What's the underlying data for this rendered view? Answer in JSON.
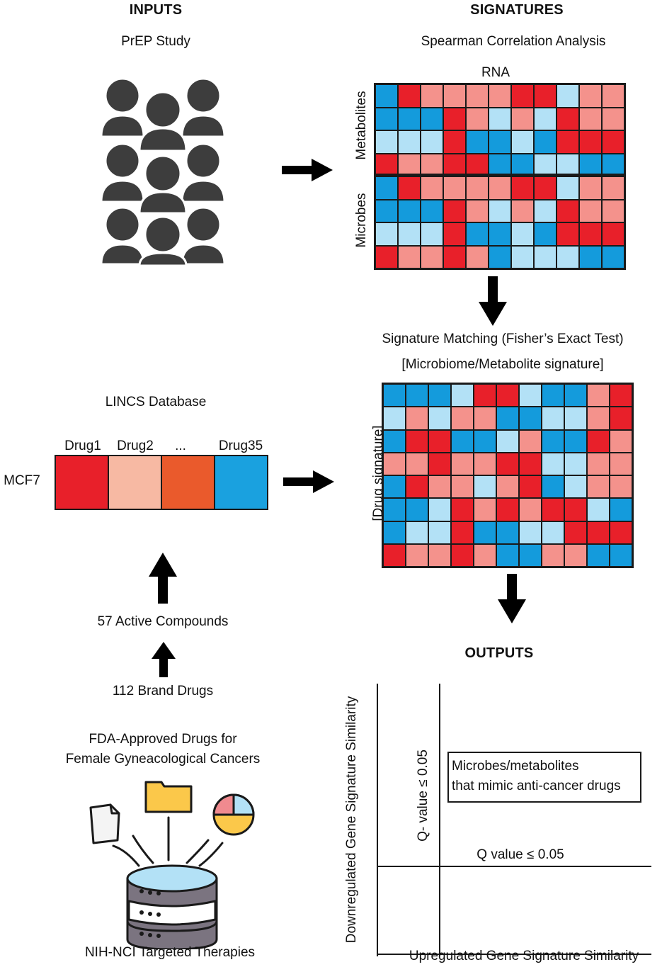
{
  "headers": {
    "inputs": "INPUTS",
    "signatures": "SIGNATURES",
    "outputs": "OUTPUTS"
  },
  "inputs": {
    "prep_study": "PrEP Study",
    "lincs_database": "LINCS Database",
    "cell_line": "MCF7",
    "drug_labels": [
      "Drug1",
      "Drug2",
      "...",
      "Drug35"
    ],
    "drug_colors": [
      "#e8202a",
      "#f7b9a3",
      "#ea5a2c",
      "#1aa1df"
    ],
    "active_compounds": "57 Active Compounds",
    "brand_drugs": "112 Brand Drugs",
    "fda_line1": "FDA-Approved Drugs for",
    "fda_line2": "Female Gyneacological Cancers",
    "nih": "NIH-NCI Targeted Therapies"
  },
  "signatures": {
    "spearman": "Spearman Correlation Analysis",
    "rna": "RNA",
    "metabolites": "Metabolites",
    "microbes": "Microbes",
    "matching": "Signature Matching (Fisher’s Exact Test)",
    "micro_sig": "[Microbiome/Metabolite signature]",
    "drug_sig": "[Drug signature]"
  },
  "outputs": {
    "y_axis": "Downregulated Gene Signature Similarity",
    "x_axis": "Upregulated Gene Signature Similarity",
    "q_vertical": "Q- value ≤ 0.05",
    "q_horizontal": "Q value ≤ 0.05",
    "box_line1": "Microbes/metabolites",
    "box_line2": "that mimic anti-cancer drugs"
  },
  "colors": {
    "red": "#e8202a",
    "pink": "#f4928c",
    "light_blue": "#b3e1f6",
    "blue": "#149bdc"
  },
  "heatmap1": [
    [
      "B",
      "R",
      "P",
      "P",
      "P",
      "P",
      "R",
      "R",
      "L",
      "P",
      "P"
    ],
    [
      "B",
      "B",
      "B",
      "R",
      "P",
      "L",
      "P",
      "L",
      "R",
      "P",
      "P"
    ],
    [
      "L",
      "L",
      "L",
      "R",
      "B",
      "B",
      "L",
      "B",
      "R",
      "R",
      "R"
    ],
    [
      "R",
      "P",
      "P",
      "R",
      "R",
      "B",
      "B",
      "L",
      "L",
      "B",
      "B"
    ],
    [
      "B",
      "R",
      "P",
      "P",
      "P",
      "P",
      "R",
      "R",
      "L",
      "P",
      "P"
    ],
    [
      "B",
      "B",
      "B",
      "R",
      "P",
      "L",
      "P",
      "L",
      "R",
      "P",
      "P"
    ],
    [
      "L",
      "L",
      "L",
      "R",
      "B",
      "B",
      "L",
      "B",
      "R",
      "R",
      "R"
    ],
    [
      "R",
      "P",
      "P",
      "R",
      "P",
      "B",
      "L",
      "L",
      "L",
      "B",
      "B"
    ]
  ],
  "heatmap2": [
    [
      "B",
      "B",
      "B",
      "L",
      "R",
      "R",
      "L",
      "B",
      "B",
      "P",
      "R"
    ],
    [
      "L",
      "P",
      "L",
      "P",
      "P",
      "B",
      "B",
      "L",
      "L",
      "P",
      "R"
    ],
    [
      "B",
      "R",
      "R",
      "B",
      "B",
      "L",
      "P",
      "B",
      "B",
      "R",
      "P"
    ],
    [
      "P",
      "P",
      "R",
      "P",
      "P",
      "R",
      "R",
      "L",
      "L",
      "P",
      "P"
    ],
    [
      "B",
      "R",
      "P",
      "P",
      "L",
      "P",
      "R",
      "B",
      "L",
      "P",
      "P"
    ],
    [
      "B",
      "B",
      "L",
      "R",
      "P",
      "R",
      "P",
      "R",
      "R",
      "L",
      "B"
    ],
    [
      "B",
      "L",
      "L",
      "R",
      "B",
      "B",
      "L",
      "L",
      "R",
      "R",
      "R"
    ],
    [
      "R",
      "P",
      "P",
      "R",
      "P",
      "B",
      "B",
      "P",
      "P",
      "B",
      "B"
    ]
  ]
}
